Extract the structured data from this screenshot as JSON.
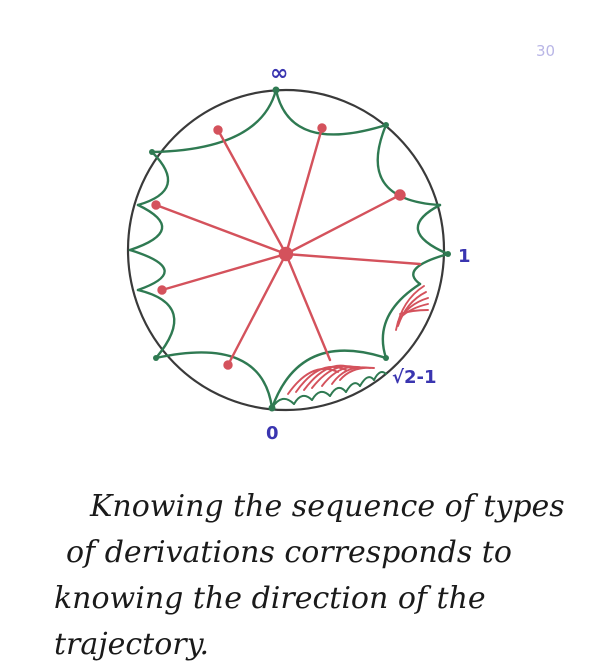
{
  "page_number": "30",
  "labels": {
    "infinity": "∞",
    "one": "1",
    "sqrt2_minus_1": "√2-1",
    "zero": "0"
  },
  "caption": [
    "Knowing the sequence of types",
    "of derivations corresponds to",
    "knowing the direction of the",
    "trajectory."
  ],
  "colors": {
    "circle": "#3a3a3a",
    "geodesic_green": "#2f7a52",
    "trajectory_red": "#d4525c",
    "label_blue": "#3a35b0",
    "ink": "#1a1a1a"
  }
}
